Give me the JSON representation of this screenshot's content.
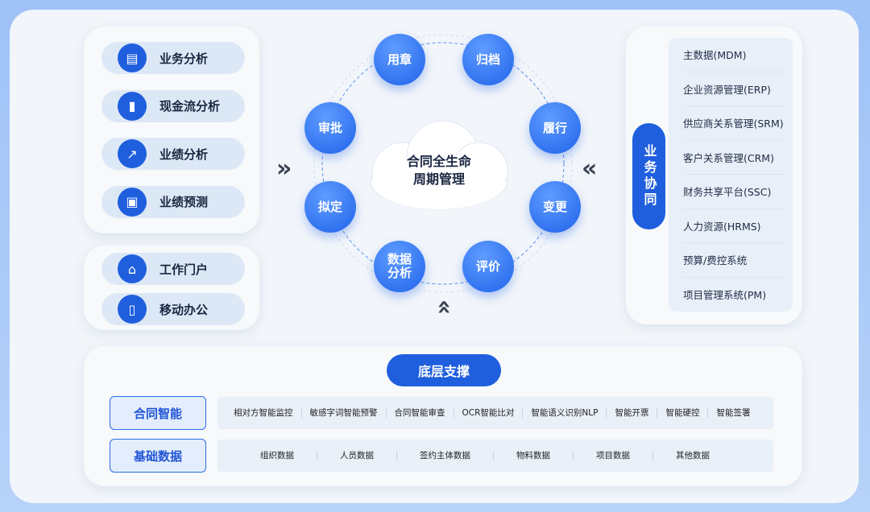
{
  "left_top": [
    {
      "label": "业务分析",
      "icon": "report-search-icon"
    },
    {
      "label": "现金流分析",
      "icon": "bar-chart-icon"
    },
    {
      "label": "业绩分析",
      "icon": "trend-chart-icon"
    },
    {
      "label": "业绩预测",
      "icon": "presentation-icon"
    }
  ],
  "left_bottom": [
    {
      "label": "工作门户",
      "icon": "home-icon"
    },
    {
      "label": "移动办公",
      "icon": "mobile-icon"
    }
  ],
  "cycle": {
    "center": "合同全生命\n周期管理",
    "nodes": [
      "用章",
      "归档",
      "履行",
      "变更",
      "评价",
      "数据\n分析",
      "拟定",
      "审批"
    ]
  },
  "right": {
    "badge": "业务协同",
    "items": [
      "主数据(MDM)",
      "企业资源管理(ERP)",
      "供应商关系管理(SRM)",
      "客户关系管理(CRM)",
      "财务共享平台(SSC)",
      "人力资源(HRMS)",
      "预算/费控系统",
      "项目管理系统(PM)"
    ]
  },
  "bottom": {
    "title": "底层支撑",
    "rows": [
      {
        "label": "合同智能",
        "items": [
          "相对方智能监控",
          "敏感字词智能预警",
          "合同智能审查",
          "OCR智能比对",
          "智能语义识别NLP",
          "智能开票",
          "智能硬控",
          "智能签署"
        ]
      },
      {
        "label": "基础数据",
        "items": [
          "组织数据",
          "人员数据",
          "签约主体数据",
          "物料数据",
          "项目数据",
          "其他数据"
        ]
      }
    ]
  },
  "colors": {
    "primary": "#1f5fde",
    "background": "#a8c8f5"
  }
}
